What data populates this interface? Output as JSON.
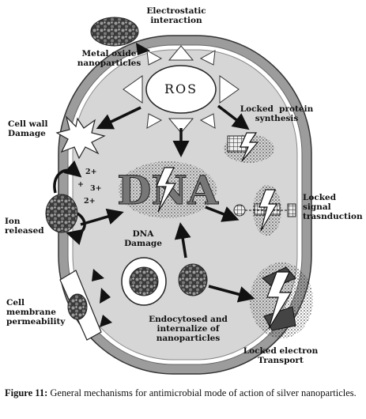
{
  "diagram": {
    "labels": {
      "electrostatic": "Electrostatic\ninteraction",
      "metal_oxide": "Metal oxide\nnanoparticles",
      "ros": "ROS",
      "cell_wall": "Cell wall\nDamage",
      "locked_protein": "Locked  protein\nsynthesis",
      "ion_released": "Ion\nreleased",
      "charge_2plus_a": "2+",
      "charge_plus": "+",
      "charge_3plus": "3+",
      "charge_2plus_b": "2+",
      "dna_text": "DNA",
      "dna_damage": "DNA\nDamage",
      "locked_signal": "Locked\nsignal\ntrasnduction",
      "cell_membrane": "Cell\nmembrane\npermeability",
      "endocytosed": "Endocytosed and\ninternalize of\nnanoparticles",
      "locked_electron": "Locked electron\nTransport"
    }
  },
  "caption": {
    "label": "Figure 11:",
    "text": " General mechanisms for antimicrobial mode of action of silver nanoparticles."
  }
}
